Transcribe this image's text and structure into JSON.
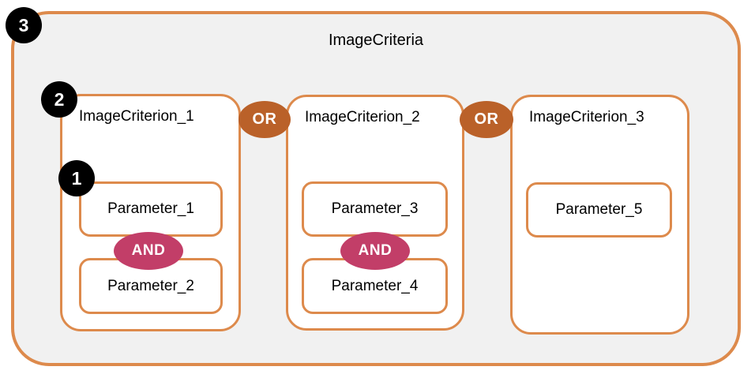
{
  "diagram": {
    "title": "ImageCriteria",
    "operators": {
      "or": "OR",
      "and": "AND"
    },
    "step_markers": [
      {
        "number": "3"
      },
      {
        "number": "2"
      },
      {
        "number": "1"
      }
    ],
    "criteria": [
      {
        "label": "ImageCriterion_1",
        "parameters": [
          "Parameter_1",
          "Parameter_2"
        ]
      },
      {
        "label": "ImageCriterion_2",
        "parameters": [
          "Parameter_3",
          "Parameter_4"
        ]
      },
      {
        "label": "ImageCriterion_3",
        "parameters": [
          "Parameter_5"
        ]
      }
    ],
    "colors": {
      "canvas_bg": "#FFFFFF",
      "outer_bg": "#F1F1F1",
      "border_orange": "#DD8A4C",
      "box_bg": "#FFFFFF",
      "or_badge_bg": "#BA6129",
      "and_badge_bg": "#C23E68",
      "marker_bg": "#000000",
      "marker_text": "#FFFFFF",
      "text": "#000000"
    }
  }
}
